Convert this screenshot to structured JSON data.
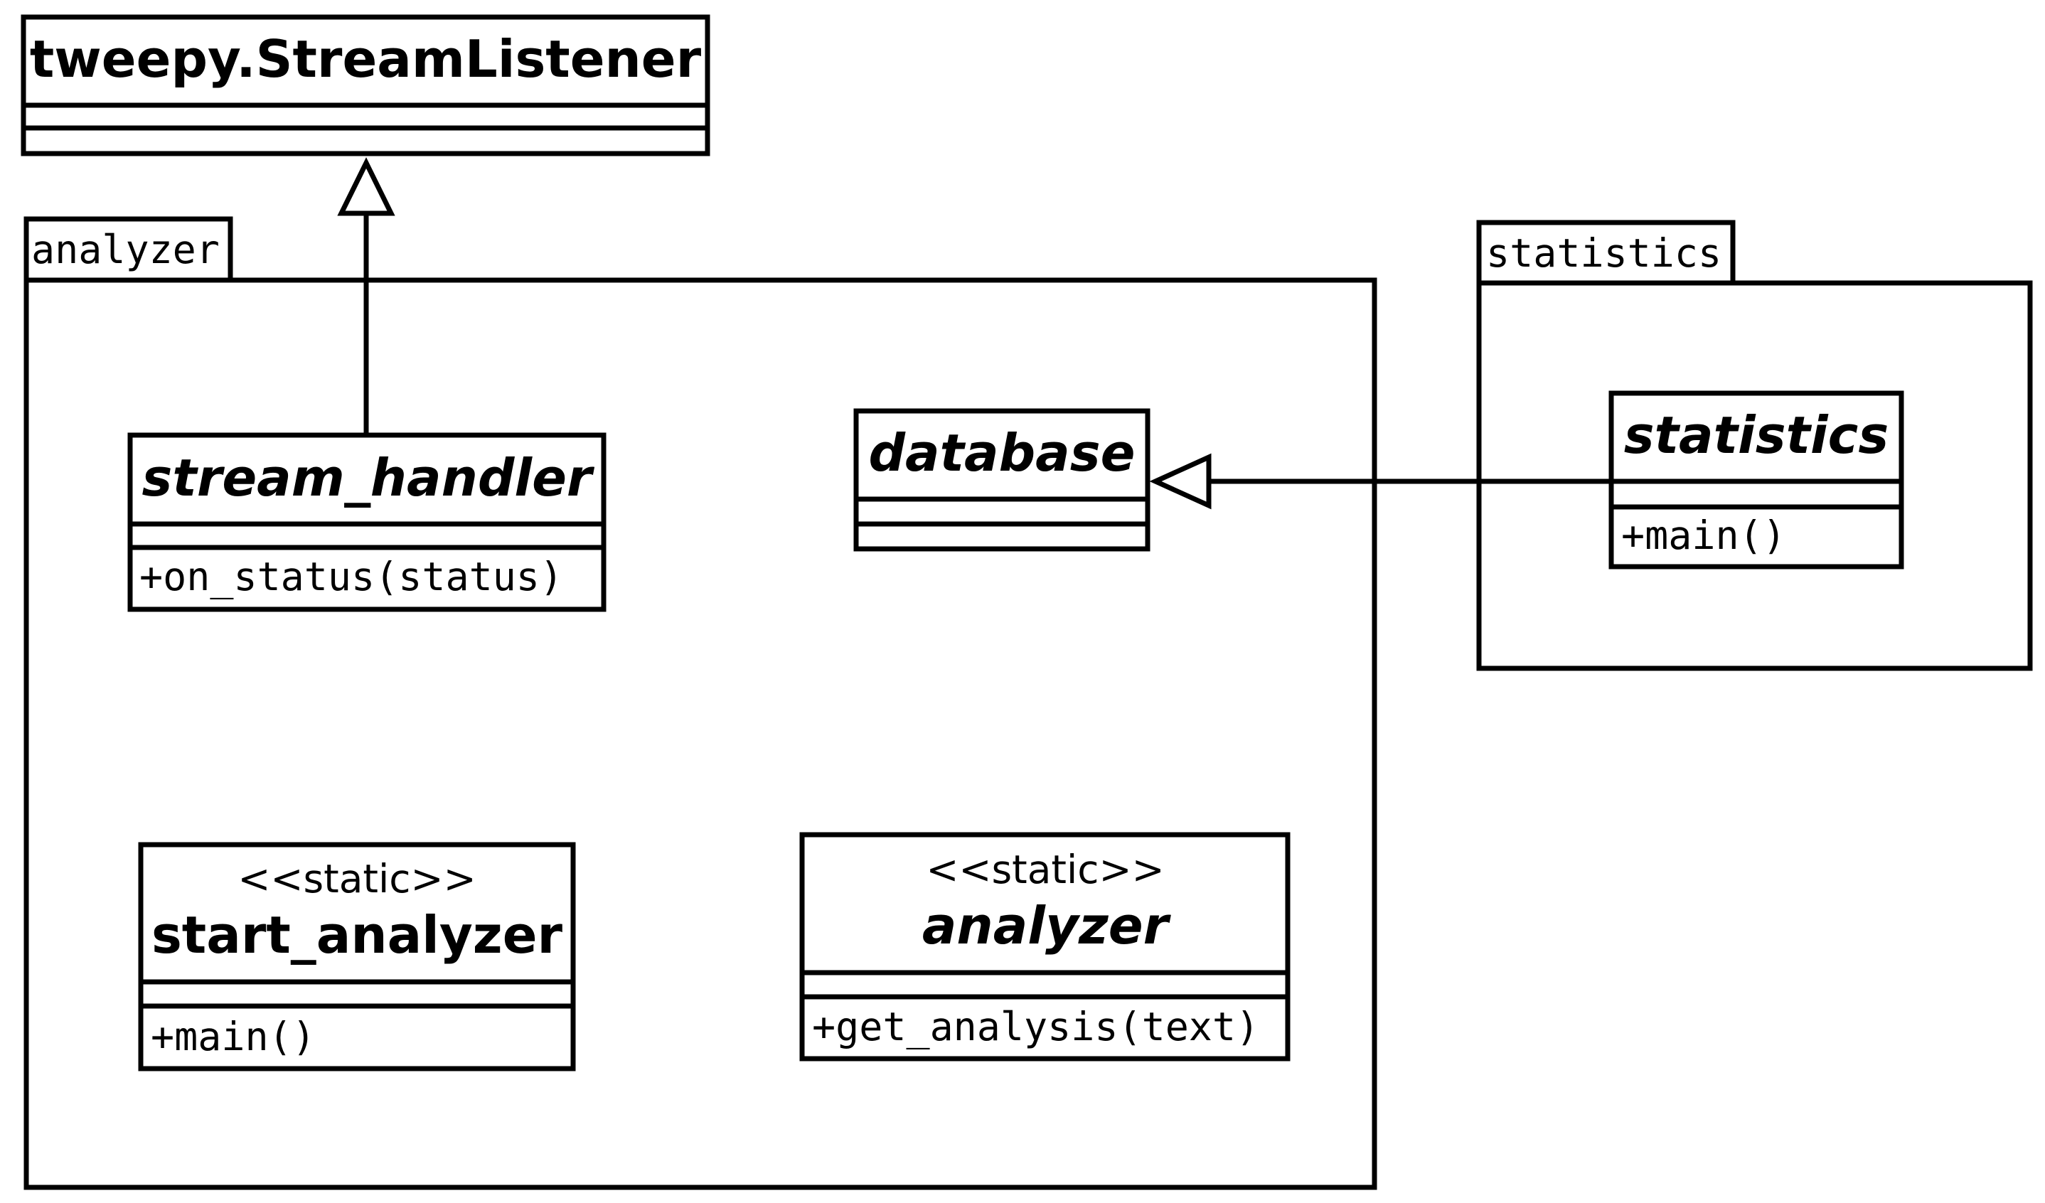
{
  "packages": {
    "analyzer": {
      "label": "analyzer"
    },
    "statistics": {
      "label": "statistics"
    }
  },
  "classes": {
    "stream_listener": {
      "name": "tweepy.StreamListener"
    },
    "stream_handler": {
      "name": "stream_handler",
      "method": "+on_status(status)"
    },
    "database": {
      "name": "database"
    },
    "start_analyzer": {
      "stereotype": "<<static>>",
      "name": "start_analyzer",
      "method": "+main()"
    },
    "analyzer_class": {
      "stereotype": "<<static>>",
      "name": "analyzer",
      "method": "+get_analysis(text)"
    },
    "statistics_class": {
      "name": "statistics",
      "method": "+main()"
    }
  },
  "relations": [
    {
      "type": "generalization",
      "from": "stream_handler",
      "to": "tweepy.StreamListener"
    },
    {
      "type": "generalization",
      "from": "statistics",
      "to": "database"
    }
  ]
}
